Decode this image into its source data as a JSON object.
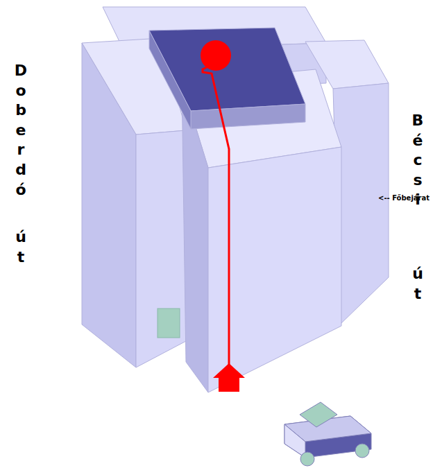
{
  "diagram": {
    "labels": [
      "Doberdó út",
      "Bécsi út",
      "<-- Főbejárat"
    ]
  }
}
